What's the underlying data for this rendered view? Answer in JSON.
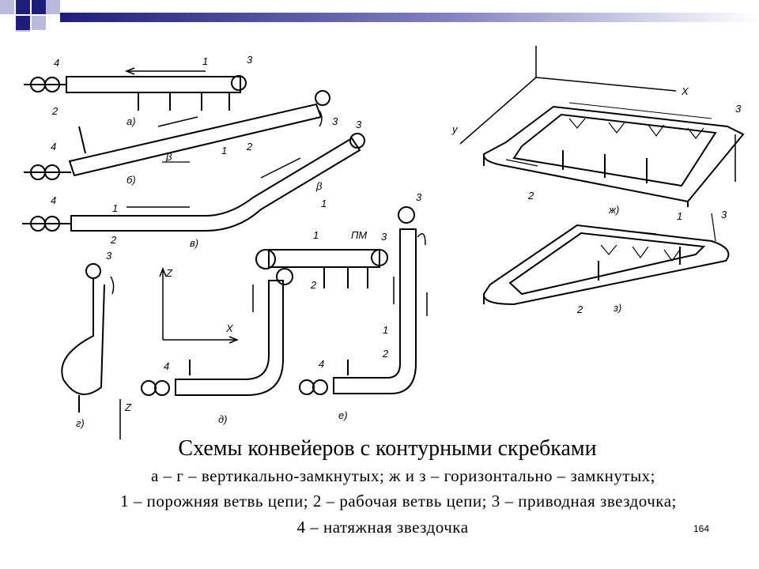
{
  "slide": {
    "title": "Схемы конвейеров с контурными скребками",
    "legend_line_1": "а – г – вертикально-замкнутых; ж и з – горизонтально – замкнутых;",
    "legend_line_2": "1 – порожняя ветвь цепи; 2 – рабочая ветвь цепи; 3 – приводная звездочка;",
    "legend_line_3": "4 – натяжная звездочка",
    "page_number": "164"
  },
  "decor": {
    "accent_dark": "#1f1f7a",
    "accent_mid": "#5a5aa8",
    "accent_light": "#b9b9dc"
  },
  "figure": {
    "panel_labels": {
      "a": "а)",
      "b": "б)",
      "v": "в)",
      "g": "г)",
      "d": "д)",
      "e": "е)",
      "zh": "ж)",
      "z": "з)"
    },
    "part_labels": {
      "one": "1",
      "two": "2",
      "three": "3",
      "four": "4"
    },
    "angle_label": "β",
    "axis_labels": {
      "x": "X",
      "y": "y",
      "z": "Z"
    },
    "pm_label": "ПМ"
  }
}
